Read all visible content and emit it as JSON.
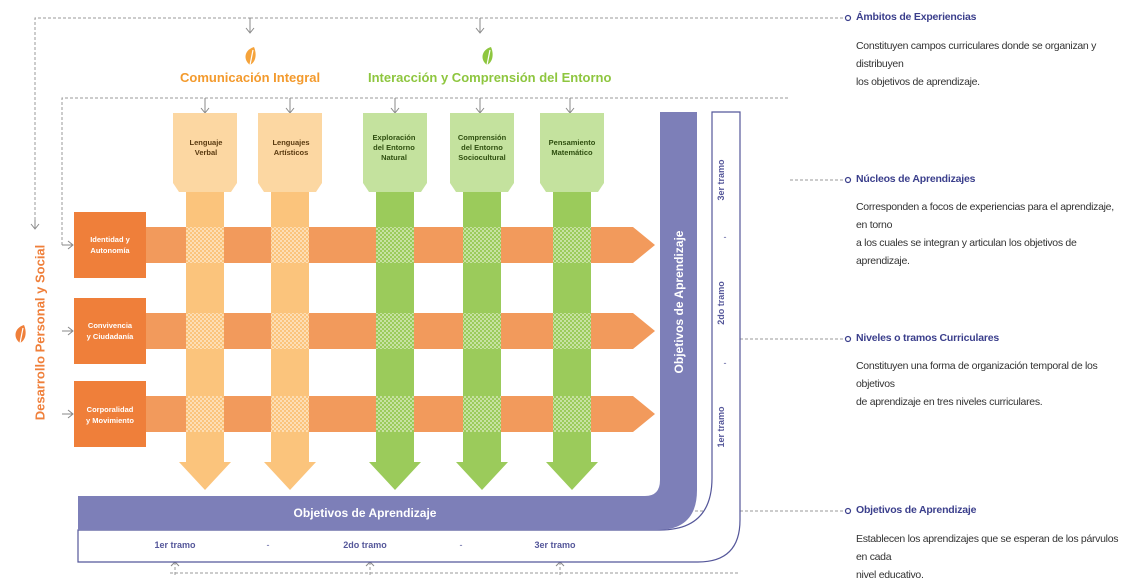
{
  "ambitos": {
    "comunicacion": "Comunicación Integral",
    "interaccion": "Interacción y Comprensión del Entorno",
    "desarrollo": "Desarrollo Personal y Social"
  },
  "nucleos_verticales": [
    {
      "lines": [
        "Lenguaje",
        "Verbal"
      ],
      "ambito": "comunicacion"
    },
    {
      "lines": [
        "Lenguajes",
        "Artísticos"
      ],
      "ambito": "comunicacion"
    },
    {
      "lines": [
        "Exploración",
        "del Entorno",
        "Natural"
      ],
      "ambito": "interaccion"
    },
    {
      "lines": [
        "Comprensión",
        "del Entorno",
        "Sociocultural"
      ],
      "ambito": "interaccion"
    },
    {
      "lines": [
        "Pensamiento",
        "Matemático"
      ],
      "ambito": "interaccion"
    }
  ],
  "nucleos_horizontales": [
    {
      "lines": [
        "Identidad y",
        "Autonomía"
      ]
    },
    {
      "lines": [
        "Convivencia",
        "y Ciudadanía"
      ]
    },
    {
      "lines": [
        "Corporalidad",
        "y Movimiento"
      ]
    }
  ],
  "objetivos_label": "Objetivos de Aprendizaje",
  "tramos_bottom": [
    "1er tramo",
    "-",
    "2do tramo",
    "-",
    "3er tramo"
  ],
  "tramos_right": [
    "3er tramo",
    "-",
    "2do tramo",
    "-",
    "1er tramo"
  ],
  "notes": [
    {
      "title": "Ámbitos de Experiencias",
      "lines": [
        "Constituyen campos curriculares donde se organizan y distribuyen",
        "los objetivos de aprendizaje."
      ]
    },
    {
      "title": "Núcleos de Aprendizajes",
      "lines": [
        "Corresponden a focos de experiencias para el aprendizaje, en torno",
        "a los cuales se integran y  articulan los objetivos de aprendizaje."
      ]
    },
    {
      "title": "Niveles o tramos Curriculares",
      "lines": [
        "Constituyen una forma de organización temporal de los objetivos",
        "de aprendizaje en tres niveles curriculares."
      ]
    },
    {
      "title": "Objetivos de Aprendizaje",
      "lines": [
        "Establecen los aprendizajes que se esperan de los párvulos en cada",
        "nivel educativo."
      ]
    }
  ],
  "colors": {
    "orange": "#f29a5c",
    "orange_dark": "#ef7f3a",
    "yellow": "#fbc47c",
    "yellow_light": "#fcd7a2",
    "green": "#9bcb5b",
    "green_light": "#c4e29e",
    "purple": "#7d7fb8",
    "purple_dark": "#55579a",
    "title_orange": "#f39a2d",
    "title_green": "#8ec63f"
  },
  "icons": {
    "ambito_leaf": "leaf-icon",
    "pointer": "arrow-down-icon",
    "connector_dot": "circle-bullet-icon"
  }
}
